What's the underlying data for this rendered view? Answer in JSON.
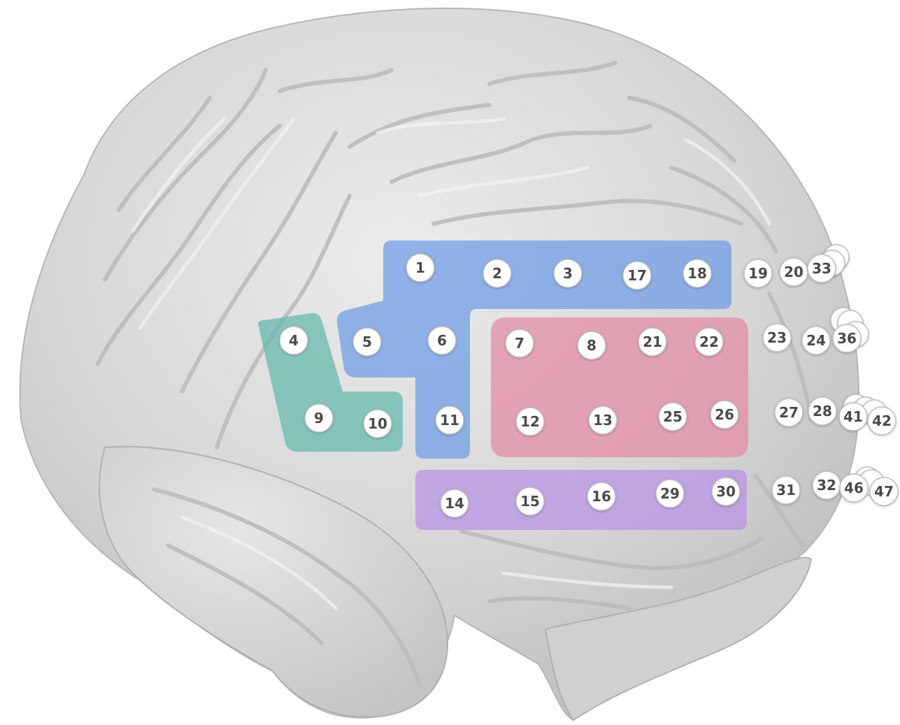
{
  "colors": {
    "background": "#ffffff",
    "brain_fill": "#d9d9d9",
    "brain_shade": "#bdbdbd",
    "brain_highlight": "#f2f2f2",
    "electrode_fill": "#ffffff",
    "electrode_stroke": "#bfbfbf",
    "electrode_text": "#4a4a4a"
  },
  "regions": [
    {
      "id": "blue-region",
      "color": "#6e9be6"
    },
    {
      "id": "teal-region",
      "color": "#62b8ac"
    },
    {
      "id": "pink-region",
      "color": "#e58aa3"
    },
    {
      "id": "purple-region",
      "color": "#b991e8"
    }
  ],
  "electrodes": [
    {
      "label": "1"
    },
    {
      "label": "2"
    },
    {
      "label": "3"
    },
    {
      "label": "4"
    },
    {
      "label": "5"
    },
    {
      "label": "6"
    },
    {
      "label": "7"
    },
    {
      "label": "8"
    },
    {
      "label": "9"
    },
    {
      "label": "10"
    },
    {
      "label": "11"
    },
    {
      "label": "12"
    },
    {
      "label": "13"
    },
    {
      "label": "14"
    },
    {
      "label": "15"
    },
    {
      "label": "16"
    },
    {
      "label": "17"
    },
    {
      "label": "18"
    },
    {
      "label": "19"
    },
    {
      "label": "20"
    },
    {
      "label": "21"
    },
    {
      "label": "22"
    },
    {
      "label": "23"
    },
    {
      "label": "24"
    },
    {
      "label": "25"
    },
    {
      "label": "26"
    },
    {
      "label": "27"
    },
    {
      "label": "28"
    },
    {
      "label": "29"
    },
    {
      "label": "30"
    },
    {
      "label": "31"
    },
    {
      "label": "32"
    },
    {
      "label": "33"
    },
    {
      "label": "36"
    },
    {
      "label": "41"
    },
    {
      "label": "42"
    },
    {
      "label": "46"
    },
    {
      "label": "47"
    }
  ]
}
